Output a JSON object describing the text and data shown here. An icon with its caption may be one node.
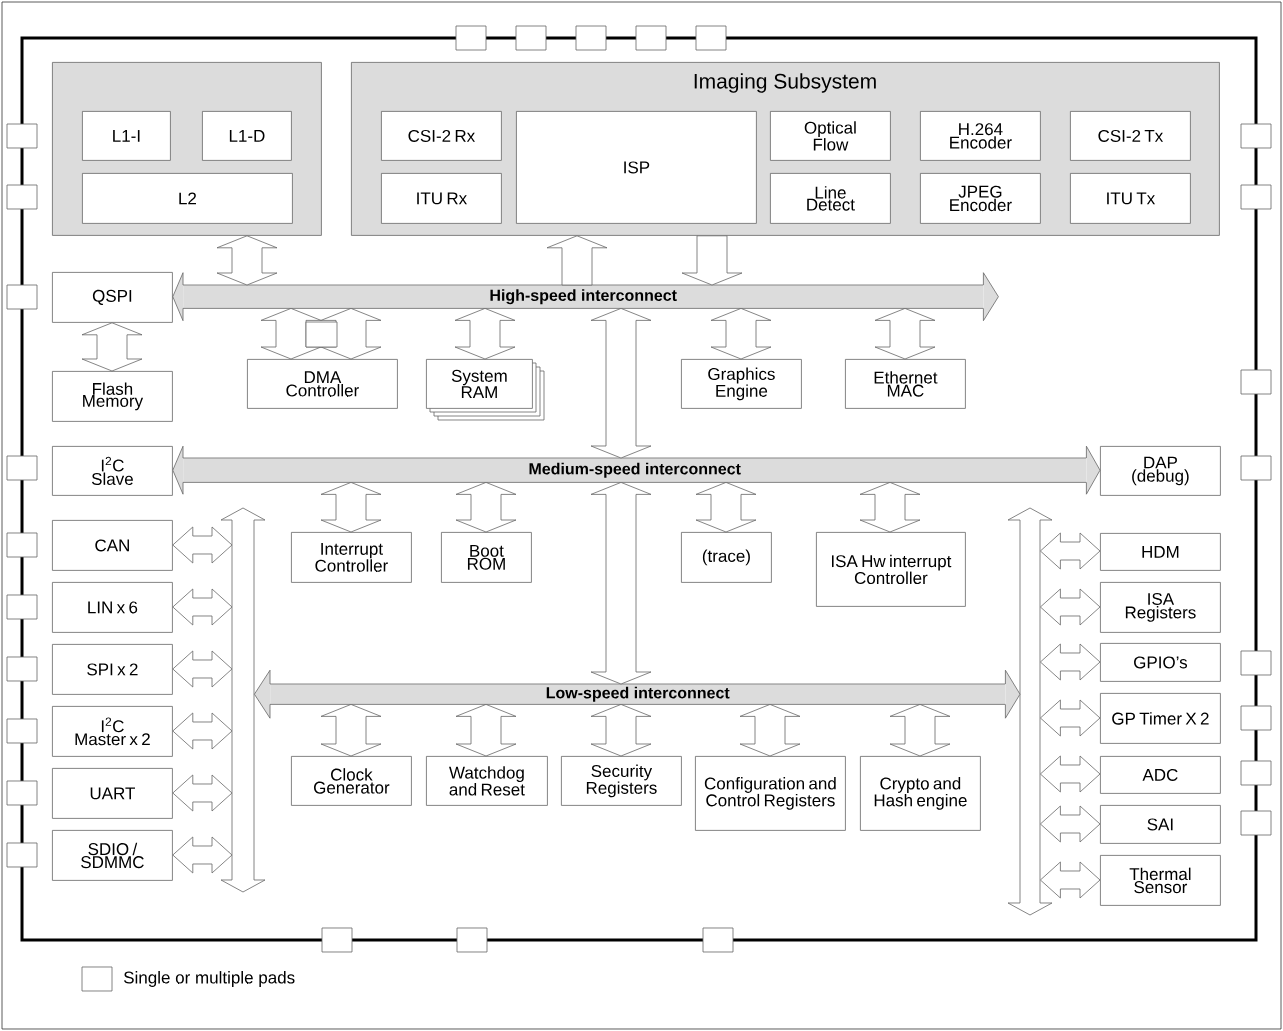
{
  "diagram": {
    "nodes": [
      {
        "text": [],
        "shape": "box"
      },
      {
        "text": [
          "L1-I"
        ],
        "in": 0
      },
      {
        "text": [
          "L1-D"
        ],
        "in": 0
      },
      {
        "text": [
          "L2"
        ],
        "in": 0
      },
      {
        "text": [
          "Imaging Subsystem"
        ]
      },
      {
        "text": [
          "CSI-2 Rx"
        ],
        "in": 4
      },
      {
        "text": [
          "ITU Rx"
        ],
        "in": 4
      },
      {
        "text": [
          "ISP"
        ],
        "in": 4
      },
      {
        "text": [
          "Optical Flow"
        ],
        "in": 4
      },
      {
        "text": [
          "H.264 Encoder"
        ],
        "in": 4
      },
      {
        "text": [
          "CSI-2 Tx"
        ],
        "in": 4
      },
      {
        "text": [
          "Line Detect"
        ],
        "in": 4
      },
      {
        "text": [
          "JPEG Encoder"
        ],
        "in": 4
      },
      {
        "text": [
          "ITU Tx"
        ],
        "in": 4
      },
      {
        "text": [
          "QSPI"
        ]
      },
      {
        "text": [
          "High-speed interconnect"
        ]
      },
      {
        "text": [
          "DMA Controller"
        ]
      },
      {
        "text": [
          "System RAM"
        ]
      },
      {
        "text": [
          "Graphics Engine"
        ]
      },
      {
        "text": [
          "Ethernet MAC"
        ]
      },
      {
        "text": [
          "Flash Memory"
        ]
      },
      {
        "text": [
          "I$^{2}$C Slave"
        ]
      },
      {
        "text": [
          "Medium-speed interconnect"
        ]
      },
      {
        "text": [
          "DAP (debug)"
        ]
      },
      {
        "text": [
          "Interrupt Controller"
        ]
      },
      {
        "text": [
          "Boot ROM"
        ]
      },
      {
        "text": [
          "(trace)"
        ]
      },
      {
        "text": [
          "ISA Hw interrupt Controller"
        ]
      },
      {
        "text": [
          "Low-speed interconnect"
        ]
      },
      {
        "text": [
          "Clock Generator"
        ]
      },
      {
        "text": [
          "Watchdog and Reset"
        ]
      },
      {
        "text": [
          "Security Registers"
        ]
      },
      {
        "text": [
          "Configuration and Control Registers"
        ]
      },
      {
        "text": [
          "Crypto and Hash engine"
        ]
      },
      {
        "text": [],
        "shape": "bar"
      },
      {
        "text": [],
        "shape": "bar"
      },
      {
        "text": [
          "CAN"
        ]
      },
      {
        "text": [
          "LIN x 6"
        ]
      },
      {
        "text": [
          "SPI x 2"
        ]
      },
      {
        "text": [
          "I$^{2}$C Master x 2"
        ]
      },
      {
        "text": [
          "UART"
        ]
      },
      {
        "text": [
          "SDIO / SDMMC"
        ]
      },
      {
        "text": [
          "HDM"
        ]
      },
      {
        "text": [
          "ISA Registers"
        ]
      },
      {
        "text": [
          "GPIO’s"
        ]
      },
      {
        "text": [
          "GP Timer X 2"
        ]
      },
      {
        "text": [
          "ADC"
        ]
      },
      {
        "text": [
          "SAI"
        ]
      },
      {
        "text": [
          "Thermal Sensor"
        ]
      }
    ],
    "edges": [
      {
        "from": 0,
        "to": 15,
        "arrow": "both"
      },
      {
        "from": 15,
        "to": 4,
        "arrow": "to"
      },
      {
        "from": 4,
        "to": 15,
        "arrow": "to"
      },
      {
        "from": 14,
        "to": 20,
        "arrow": "both"
      },
      {
        "from": 15,
        "to": 16,
        "arrow": "both"
      },
      {
        "from": 15,
        "to": 16,
        "arrow": "both"
      },
      {
        "from": 15,
        "to": 17,
        "arrow": "both"
      },
      {
        "from": 15,
        "to": 22,
        "arrow": "both"
      },
      {
        "from": 15,
        "to": 18,
        "arrow": "both"
      },
      {
        "from": 15,
        "to": 19,
        "arrow": "both"
      },
      {
        "from": 15,
        "to": 14,
        "arrow": "to"
      },
      {
        "from": 15,
        "to": null,
        "arrow": "to"
      },
      {
        "from": 22,
        "to": 21,
        "arrow": "to"
      },
      {
        "from": 22,
        "to": 23,
        "arrow": "to"
      },
      {
        "from": 22,
        "to": 24,
        "arrow": "both"
      },
      {
        "from": 22,
        "to": 25,
        "arrow": "both"
      },
      {
        "from": 22,
        "to": 26,
        "arrow": "both"
      },
      {
        "from": 22,
        "to": 27,
        "arrow": "both"
      },
      {
        "from": 22,
        "to": 28,
        "arrow": "both"
      },
      {
        "from": 28,
        "to": 34,
        "arrow": "to"
      },
      {
        "from": 28,
        "to": 35,
        "arrow": "to"
      },
      {
        "from": 28,
        "to": 29,
        "arrow": "both"
      },
      {
        "from": 28,
        "to": 30,
        "arrow": "both"
      },
      {
        "from": 28,
        "to": 31,
        "arrow": "both"
      },
      {
        "from": 28,
        "to": 32,
        "arrow": "both"
      },
      {
        "from": 28,
        "to": 33,
        "arrow": "both"
      },
      {
        "from": 36,
        "to": 34,
        "arrow": "both"
      },
      {
        "from": 37,
        "to": 34,
        "arrow": "both"
      },
      {
        "from": 38,
        "to": 34,
        "arrow": "both"
      },
      {
        "from": 39,
        "to": 34,
        "arrow": "both"
      },
      {
        "from": 40,
        "to": 34,
        "arrow": "both"
      },
      {
        "from": 41,
        "to": 34,
        "arrow": "both"
      },
      {
        "from": 35,
        "to": 42,
        "arrow": "both"
      },
      {
        "from": 35,
        "to": 43,
        "arrow": "both"
      },
      {
        "from": 35,
        "to": 44,
        "arrow": "both"
      },
      {
        "from": 35,
        "to": 45,
        "arrow": "both"
      },
      {
        "from": 35,
        "to": 46,
        "arrow": "both"
      },
      {
        "from": 35,
        "to": 47,
        "arrow": "both"
      },
      {
        "from": 35,
        "to": 48,
        "arrow": "both"
      }
    ],
    "legend": [
      {
        "text": "Single or multiple pads"
      }
    ]
  }
}
